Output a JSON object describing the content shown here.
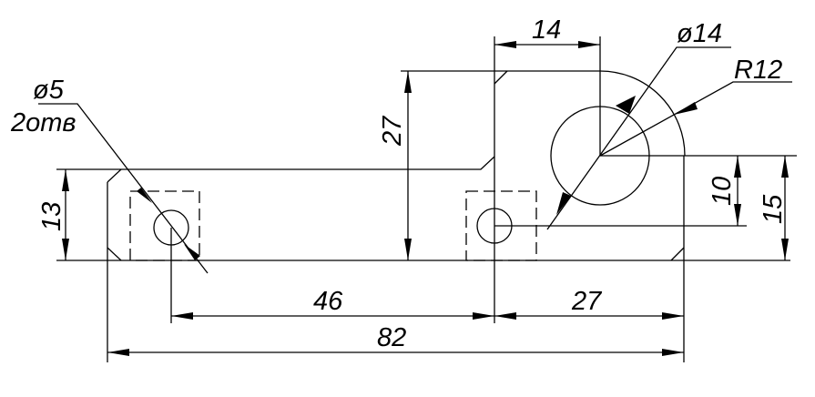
{
  "drawing": {
    "hole_label": "ø5",
    "hole_count": "2отв",
    "dim_height_27": "27",
    "dim_top_14": "14",
    "dim_dia_14": "ø14",
    "dim_radius": "R12",
    "dim_13": "13",
    "dim_10": "10",
    "dim_15": "15",
    "dim_46": "46",
    "dim_27_bottom": "27",
    "dim_82": "82"
  }
}
